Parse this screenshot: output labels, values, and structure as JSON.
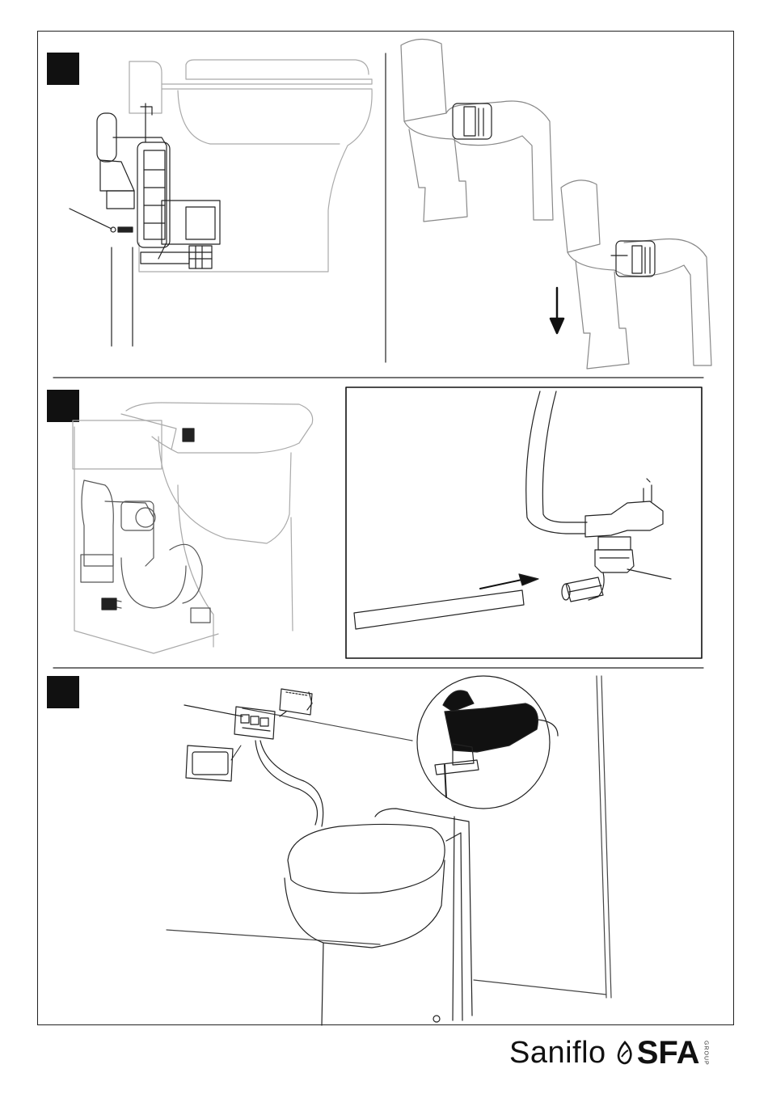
{
  "footer": {
    "brand_name": "Saniflo",
    "group_name": "SFA",
    "group_label": "GROUP"
  },
  "steps": [
    {
      "id": "step-1",
      "panel": "top",
      "marker_color": "#111111"
    },
    {
      "id": "step-2",
      "panel": "middle",
      "marker_color": "#111111"
    },
    {
      "id": "step-3",
      "panel": "bottom",
      "marker_color": "#111111"
    }
  ],
  "colors": {
    "line": "#222222",
    "light_line": "#9a9a9a",
    "marker": "#111111"
  }
}
